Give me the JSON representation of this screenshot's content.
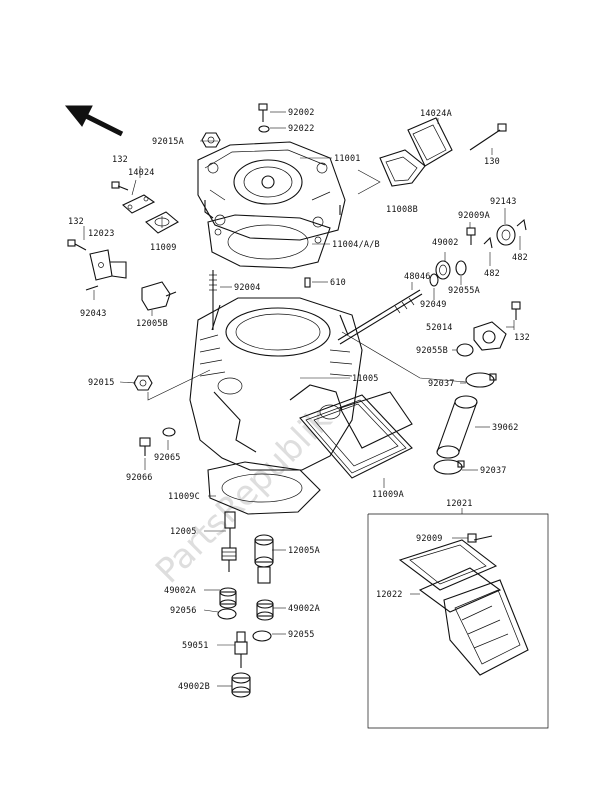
{
  "diagram": {
    "title": "",
    "watermark": "PartsRepublik",
    "labels": {
      "p92002": "92002",
      "p92022": "92022",
      "p92015A": "92015A",
      "p11001": "11001",
      "p14024A": "14024A",
      "p130": "130",
      "p132a": "132",
      "p14024": "14024",
      "p11008B": "11008B",
      "p92009A": "92009A",
      "p92143": "92143",
      "p132b": "132",
      "p12023": "12023",
      "p11009": "11009",
      "p11004": "11004/A/B",
      "p49002": "49002",
      "p482a": "482",
      "p482b": "482",
      "p610": "610",
      "p48046": "48046",
      "p92055A": "92055A",
      "p92043": "92043",
      "p92004": "92004",
      "p92049": "92049",
      "p12005B": "12005B",
      "p52014": "52014",
      "p132c": "132",
      "p92055B": "92055B",
      "p11005": "11005",
      "p92015": "92015",
      "p92037a": "92037",
      "p39062": "39062",
      "p92065": "92065",
      "p92066": "92066",
      "p92037b": "92037",
      "p11009C": "11009C",
      "p11009A": "11009A",
      "p12021": "12021",
      "p12005": "12005",
      "p12005A": "12005A",
      "p92009": "92009",
      "p12022": "12022",
      "p49002A_1": "49002A",
      "p92056": "92056",
      "p49002A_2": "49002A",
      "p92055": "92055",
      "p59051": "59051",
      "p49002B": "49002B"
    }
  }
}
